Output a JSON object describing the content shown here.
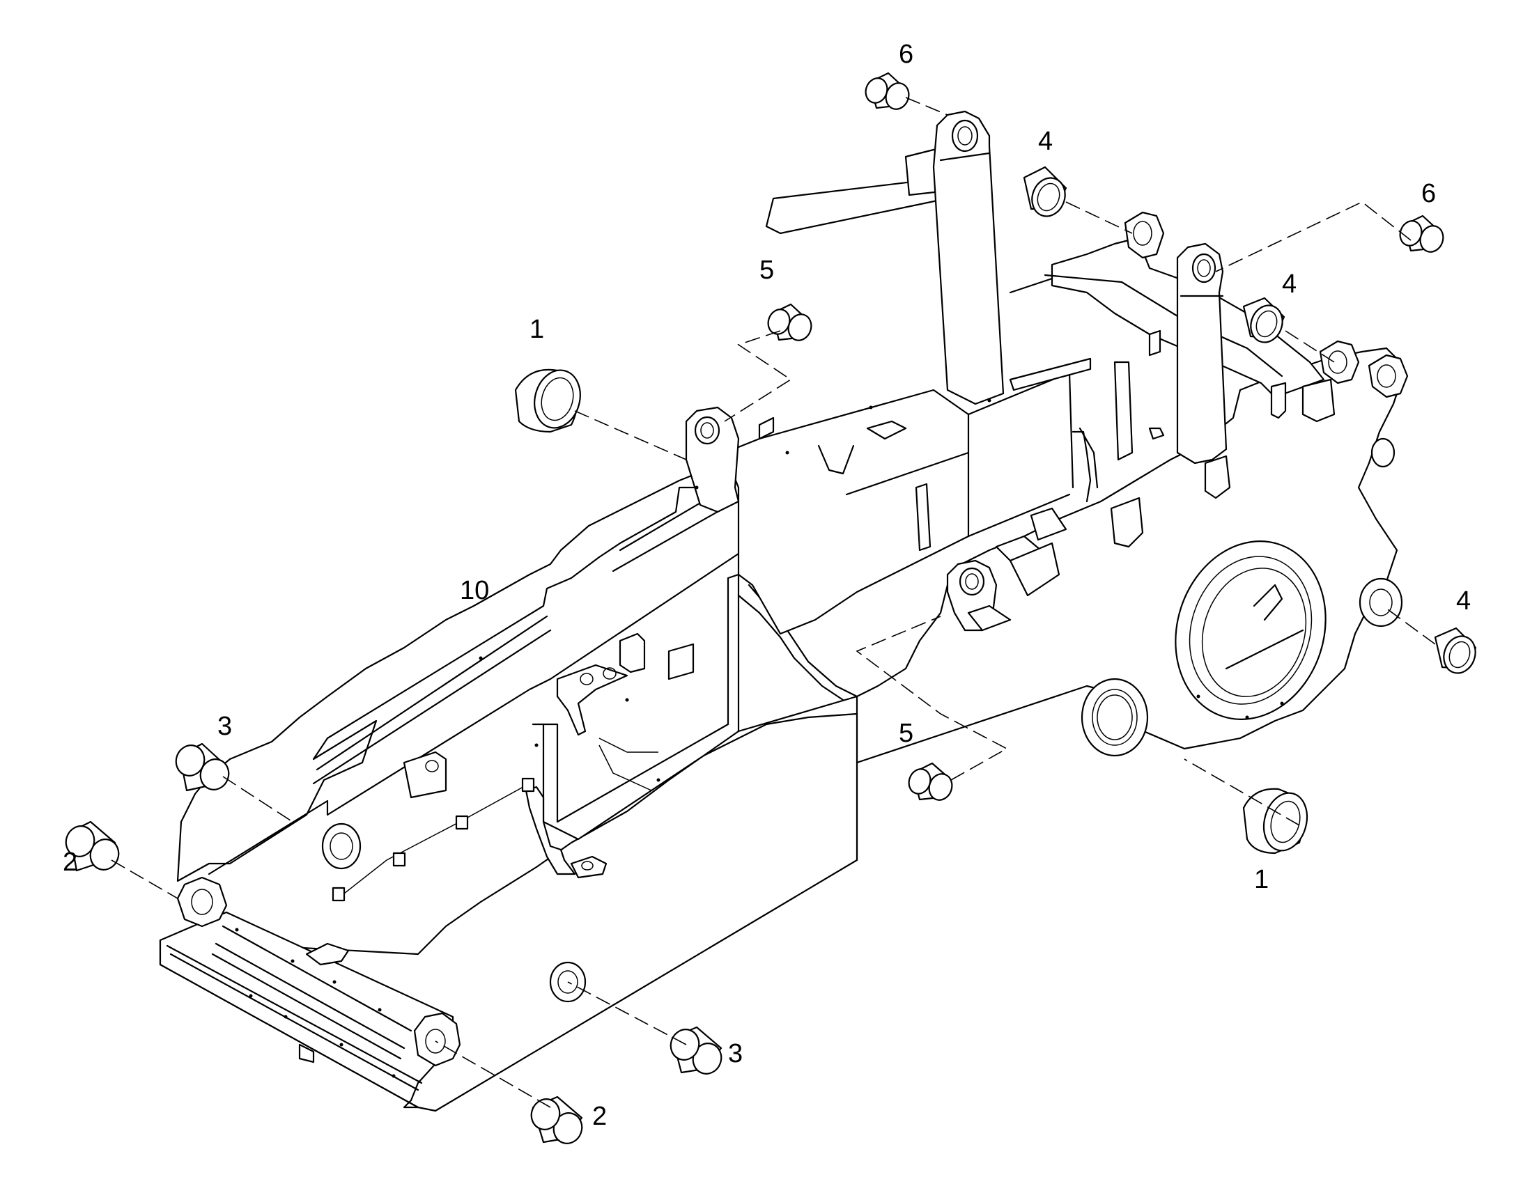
{
  "callouts": {
    "c1_top": "1",
    "c1_bottom": "1",
    "c2_left": "2",
    "c2_bottom": "2",
    "c3_left": "3",
    "c3_bottom": "3",
    "c4_top": "4",
    "c4_mid": "4",
    "c4_right": "4",
    "c5_top": "5",
    "c5_bottom": "5",
    "c6_top": "6",
    "c6_right": "6",
    "c10": "10"
  }
}
